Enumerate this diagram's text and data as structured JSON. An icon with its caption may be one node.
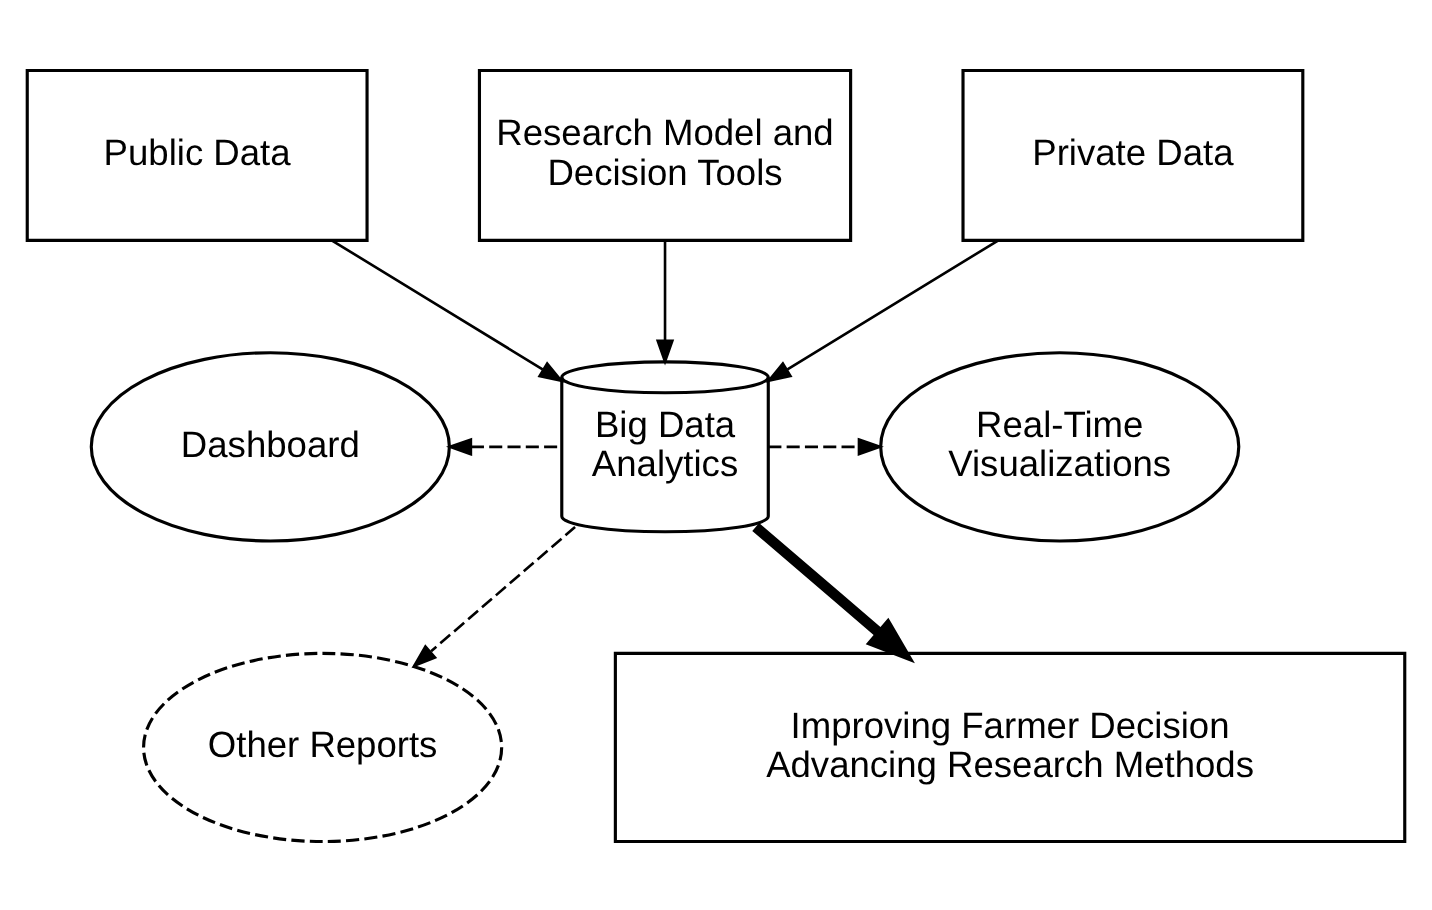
{
  "diagram": {
    "nodes": [
      {
        "text": [
          "Public Data"
        ]
      },
      {
        "text": [
          "Research Model and Decision Tools"
        ]
      },
      {
        "text": [
          "Private Data"
        ]
      },
      {
        "text": [
          "Dashboard"
        ]
      },
      {
        "text": [
          "Big Data Analytics"
        ]
      },
      {
        "text": [
          "Real-Time Visualizations"
        ]
      },
      {
        "text": [
          "Other Reports"
        ]
      },
      {
        "text": [
          "Improving Farmer Decision Advancing Research Methods"
        ]
      }
    ],
    "edges": [
      {
        "from": 0,
        "to": 4,
        "arrow": "to"
      },
      {
        "from": 1,
        "to": 4,
        "arrow": "to"
      },
      {
        "from": 2,
        "to": 4,
        "arrow": "to"
      },
      {
        "from": 4,
        "to": 3,
        "arrow": "to",
        "style": "dashed"
      },
      {
        "from": 4,
        "to": 5,
        "arrow": "to",
        "style": "dashed"
      },
      {
        "from": 4,
        "to": 6,
        "arrow": "to",
        "style": "dashed"
      },
      {
        "from": 4,
        "to": 7,
        "arrow": "to",
        "style": "thick"
      }
    ]
  }
}
